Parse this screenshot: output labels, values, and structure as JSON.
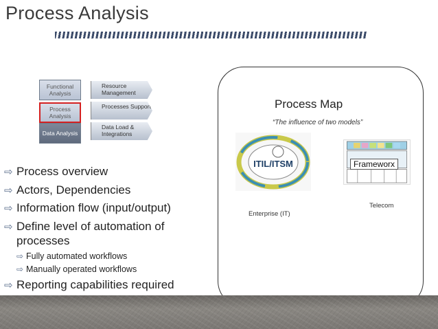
{
  "title": "Process Analysis",
  "sidebar_boxes": {
    "functional": "Functional Analysis",
    "process": "Process Analysis",
    "data": "Data Analysis"
  },
  "chevrons": {
    "c1": "Resource Management",
    "c2": "Processes Support",
    "c3": "Data Load & Integrations"
  },
  "bullets": [
    "Process overview",
    "Actors, Dependencies",
    "Information flow (input/output)",
    "Define level of automation of",
    "processes",
    "Fully automated workflows",
    "Manually operated workflows",
    "Reporting capabilities required"
  ],
  "process_map": {
    "title": "Process Map",
    "subtitle": "“The influence of two models”",
    "itil_logo": "ITIL/ITSM",
    "frameworx_label": "Frameworx",
    "enterprise_label": "Enterprise (IT)",
    "telecom_label": "Telecom"
  },
  "colors": {
    "accent_red": "#d42020",
    "dash_bar": "#3d4c6a",
    "arrow": "#5c6f8d",
    "footer": "#7b7874"
  }
}
